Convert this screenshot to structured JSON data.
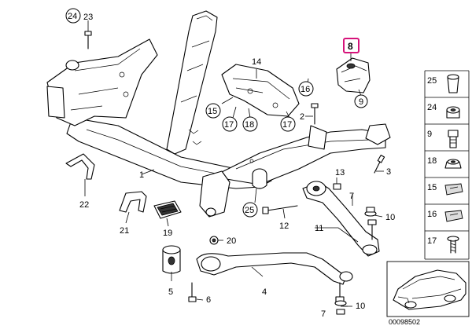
{
  "labels": {
    "l1": "1",
    "l2": "2",
    "l3": "3",
    "l4": "4",
    "l5": "5",
    "l6": "6",
    "l7a": "7",
    "l7b": "7",
    "l8": "8",
    "l9": "9",
    "l10a": "10",
    "l10b": "10",
    "l11": "11",
    "l12": "12",
    "l13": "13",
    "l14": "14",
    "l15": "15",
    "l16": "16",
    "l17a": "17",
    "l17b": "17",
    "l18": "18",
    "l19": "19",
    "l20": "20",
    "l21": "21",
    "l22": "22",
    "l23": "23",
    "l24": "24",
    "l25": "25"
  },
  "side_legend": [
    "25",
    "24",
    "9",
    "18",
    "15",
    "16",
    "17"
  ],
  "diagram_code": "00098502",
  "highlight_color": "#d6137a"
}
